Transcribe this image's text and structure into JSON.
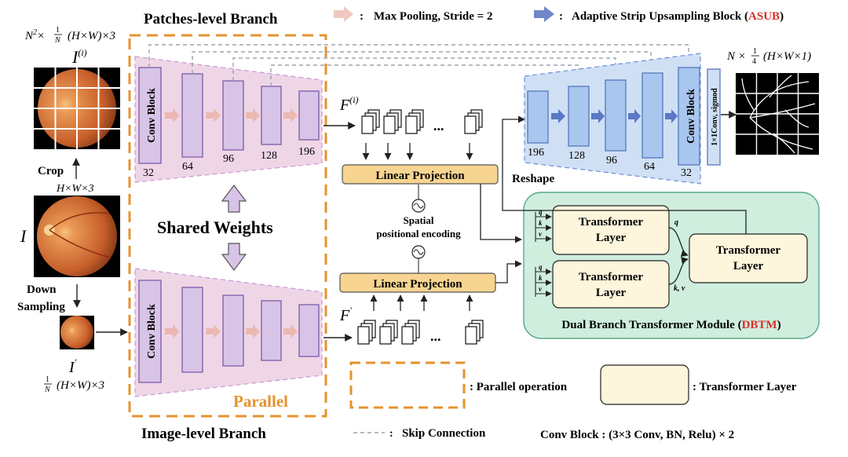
{
  "titles": {
    "patches_branch": "Patches-level Branch",
    "image_branch": "Image-level  Branch",
    "shared_weights": "Shared Weights",
    "parallel": "Parallel"
  },
  "legend": {
    "colon": ":",
    "max_pooling": "Max Pooling, Stride = 2",
    "asub_prefix": "Adaptive Strip Upsampling Block (",
    "asub_abbr": "ASUB",
    "close_paren": ")",
    "parallel_operation": ": Parallel operation",
    "transformer_layer": ": Transformer Layer",
    "skip_connection": "Skip Connection",
    "conv_block_def": "Conv Block  :  (3×3 Conv,  BN, Relu) × 2"
  },
  "inputs": {
    "patch_dim_prefix": "N",
    "patch_dim_sup": "2",
    "patch_dim_times": "×",
    "frac_num": "1",
    "frac_den_n": "N",
    "patch_dim_suffix": "(H×W)×3",
    "I_patch_main": "I",
    "I_patch_sup": "(i)",
    "crop": "Crop",
    "full_dim": "H×W×3",
    "I_full": "I",
    "down_sampling_1": "Down",
    "down_sampling_2": "Sampling",
    "I_small_main": "I",
    "I_small_sup": "'",
    "small_dim_suffix": "(H×W)×3"
  },
  "encoder": {
    "conv_block": "Conv Block",
    "channels": [
      "32",
      "64",
      "96",
      "128",
      "196"
    ]
  },
  "features": {
    "F_patch_main": "F",
    "F_patch_sup": "(i)",
    "F_image_main": "F",
    "F_image_sup": "'",
    "ellipsis": "...",
    "linear_projection": "Linear Projection",
    "spatial_1": "Spatial",
    "spatial_2": "positional encoding"
  },
  "transformer": {
    "layer_1": "Transformer",
    "layer_2": "Layer",
    "q": "q",
    "k": "k",
    "v": "v",
    "kv": "k, v",
    "module_prefix": "Dual Branch Transformer Module (",
    "module_abbr": "DBTM",
    "module_suffix": ")"
  },
  "decoder": {
    "reshape": "Reshape",
    "conv_block": "Conv Block",
    "channels": [
      "196",
      "128",
      "96",
      "64",
      "32"
    ],
    "head": "1×1Conv, sigmod",
    "out_prefix": "N ×",
    "frac_den_4": "4",
    "out_suffix": "(H×W×1)"
  },
  "colors": {
    "orange": "#e6932e",
    "pink_fill": "#efd6e6",
    "pink_block": "#d8c4e6",
    "blue_fill": "#cfe0f5",
    "blue_block": "#a9c6ee",
    "green_fill": "#cfeede",
    "cream": "#fdf5dc",
    "proj_fill": "#f7d591"
  }
}
